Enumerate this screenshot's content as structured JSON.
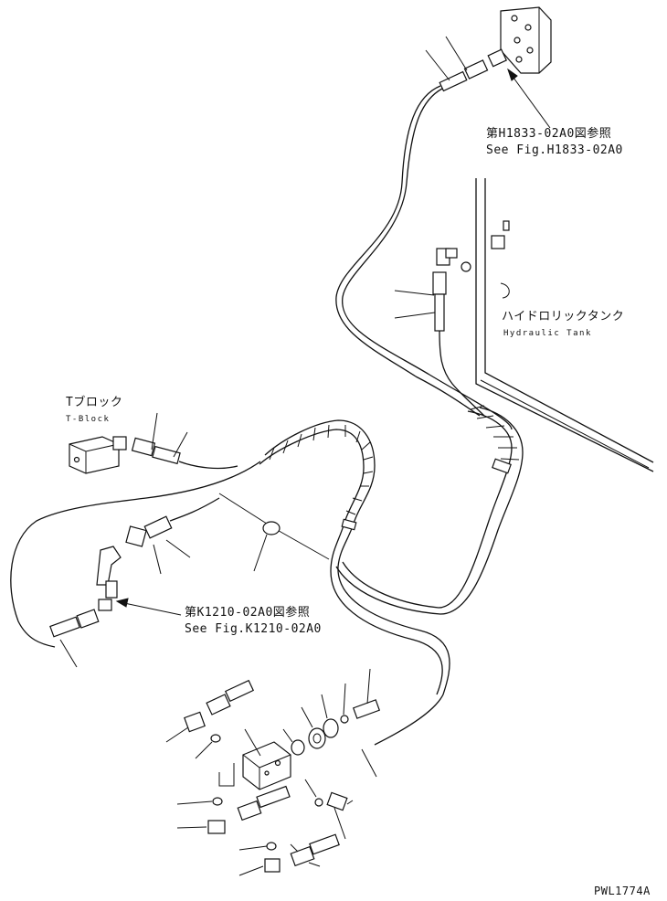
{
  "labels": {
    "ref_h1833_jp": "第H1833-02A0図参照",
    "ref_h1833_en": "See Fig.H1833-02A0",
    "tank_jp": "ハイドロリックタンク",
    "tank_en": "Hydraulic Tank",
    "tblock_jp": "Tブロック",
    "tblock_en": "T-Block",
    "ref_k1210_jp": "第K1210-02A0図参照",
    "ref_k1210_en": "See Fig.K1210-02A0",
    "drawing_id": "PWL1774A"
  }
}
